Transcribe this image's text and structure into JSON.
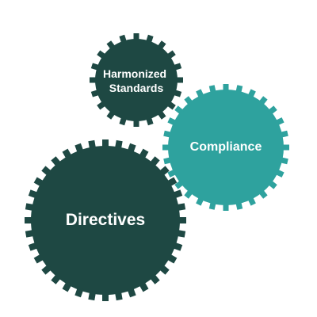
{
  "gears": [
    {
      "id": "harmonized-standards",
      "lines": [
        "Harmonized",
        "Standards"
      ],
      "color": "#1e4843",
      "teeth": 20
    },
    {
      "id": "compliance",
      "lines": [
        "Compliance"
      ],
      "color": "#2ea29e",
      "teeth": 28
    },
    {
      "id": "directives",
      "lines": [
        "Directives"
      ],
      "color": "#1e4843",
      "teeth": 36
    }
  ]
}
